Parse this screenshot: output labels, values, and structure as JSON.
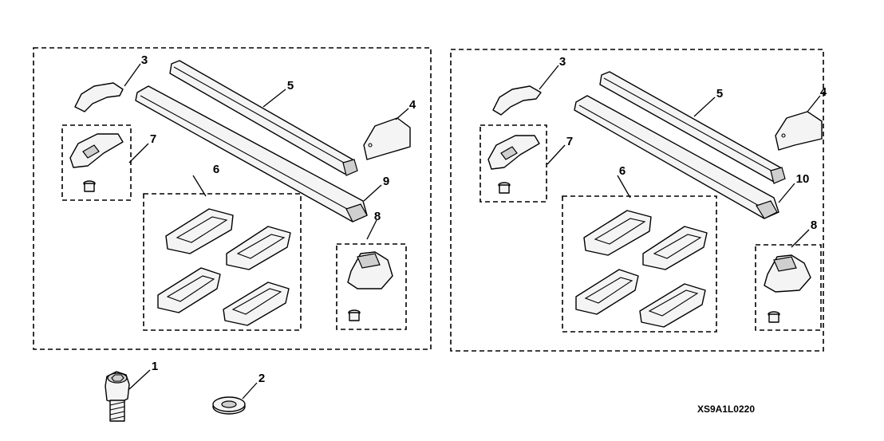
{
  "callouts": {
    "left": {
      "c3": "3",
      "c4": "4",
      "c5": "5",
      "c6": "6",
      "c7": "7",
      "c8": "8",
      "c9": "9"
    },
    "right": {
      "c3": "3",
      "c4": "4",
      "c5": "5",
      "c6": "6",
      "c7": "7",
      "c8": "8",
      "c10": "10"
    },
    "bottom": {
      "c1": "1",
      "c2": "2"
    }
  },
  "diagram_code": "XS9A1L0220"
}
